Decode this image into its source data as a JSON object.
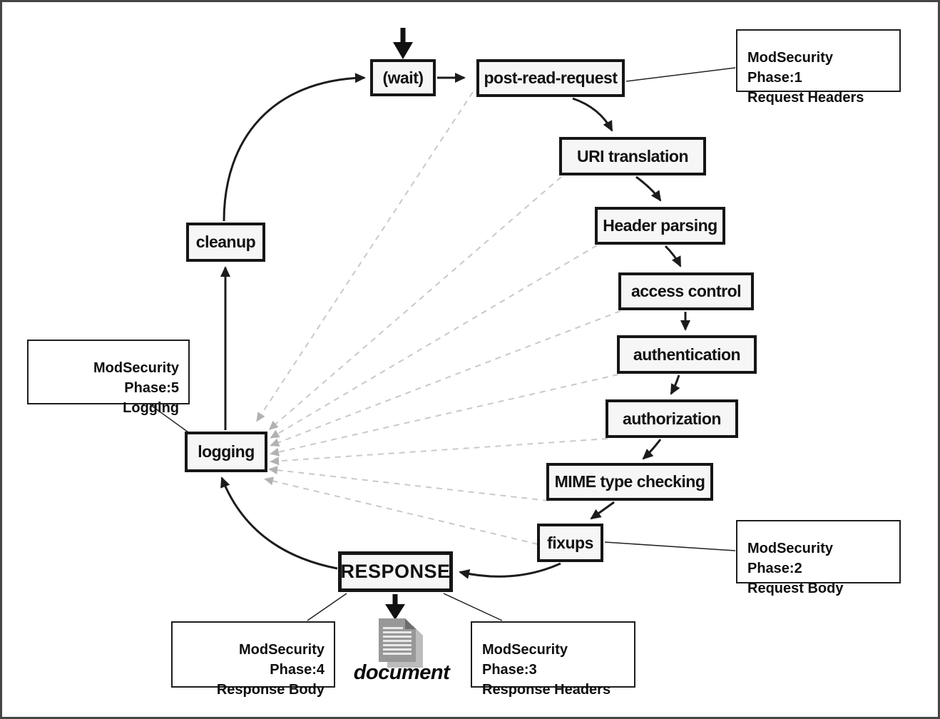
{
  "nodes": {
    "wait": {
      "label": "(wait)"
    },
    "post_read_request": {
      "label": "post-read-request"
    },
    "uri_translation": {
      "label": "URI translation"
    },
    "header_parsing": {
      "label": "Header parsing"
    },
    "access_control": {
      "label": "access control"
    },
    "authentication": {
      "label": "authentication"
    },
    "authorization": {
      "label": "authorization"
    },
    "mime_type_checking": {
      "label": "MIME type checking"
    },
    "fixups": {
      "label": "fixups"
    },
    "response": {
      "label": "RESPONSE"
    },
    "logging": {
      "label": "logging"
    },
    "cleanup": {
      "label": "cleanup"
    }
  },
  "annotations": {
    "phase1": {
      "line1": "ModSecurity Phase:1",
      "line2": "Request Headers"
    },
    "phase2": {
      "line1": "ModSecurity Phase:2",
      "line2": "Request Body"
    },
    "phase3": {
      "line1": "ModSecurity Phase:3",
      "line2": "Response Headers"
    },
    "phase4": {
      "line1": "ModSecurity Phase:4",
      "line2": "Response Body"
    },
    "phase5": {
      "line1": "ModSecurity Phase:5",
      "line2": "Logging"
    }
  },
  "document_label": "document",
  "colors": {
    "node_fill": "#f6f6f6",
    "node_border": "#161616",
    "solid_arrow": "#1c1c1c",
    "dashed_arrow": "#c9c9c9",
    "note_border": "#1d1d1d"
  }
}
